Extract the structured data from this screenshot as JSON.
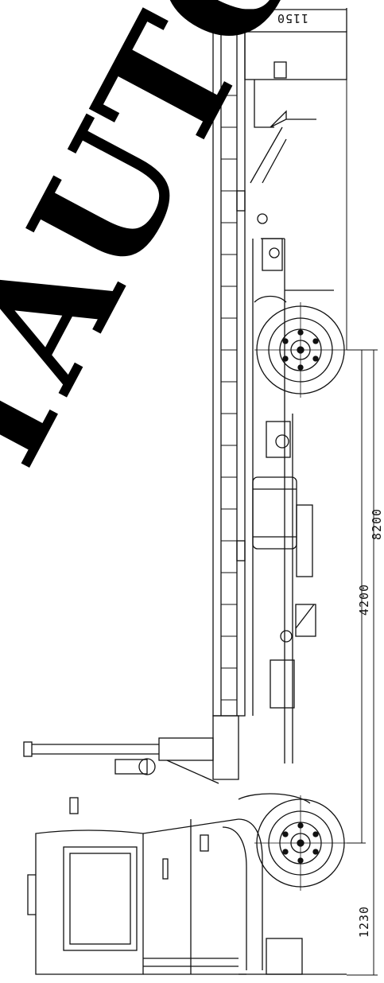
{
  "dimensions": {
    "rear_overhang": "1150",
    "overall_length": "8200",
    "wheelbase": "4200",
    "front_overhang": "1230"
  },
  "watermark": {
    "text": "TAUTO",
    "color": "#000000"
  },
  "colors": {
    "line": "#111111",
    "background": "#ffffff"
  }
}
